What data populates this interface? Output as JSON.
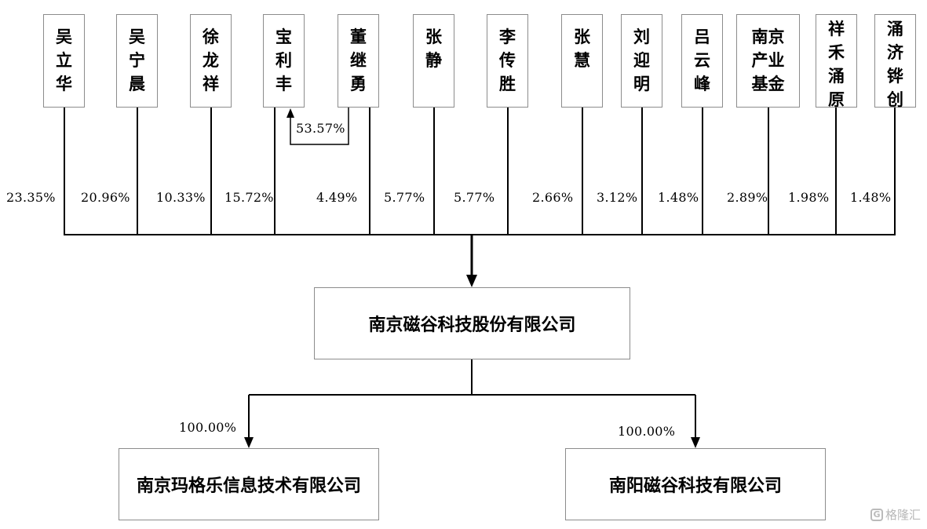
{
  "holders": [
    {
      "name": "吴立华",
      "chars": [
        "吴",
        "立",
        "华"
      ]
    },
    {
      "name": "吴宁晨",
      "chars": [
        "吴",
        "宁",
        "晨"
      ]
    },
    {
      "name": "徐龙祥",
      "chars": [
        "徐",
        "龙",
        "祥"
      ]
    },
    {
      "name": "宝利丰",
      "chars": [
        "宝",
        "利",
        "丰"
      ]
    },
    {
      "name": "董继勇",
      "chars": [
        "董",
        "继",
        "勇"
      ]
    },
    {
      "name": "张静",
      "chars": [
        "张",
        "静"
      ]
    },
    {
      "name": "李传胜",
      "chars": [
        "李",
        "传",
        "胜"
      ]
    },
    {
      "name": "张慧",
      "chars": [
        "张",
        "慧"
      ]
    },
    {
      "name": "刘迎明",
      "chars": [
        "刘",
        "迎",
        "明"
      ]
    },
    {
      "name": "吕云峰",
      "chars": [
        "吕",
        "云",
        "峰"
      ]
    },
    {
      "name": "南京产业基金",
      "chars": [
        "南京",
        "产业",
        "基金"
      ]
    },
    {
      "name": "祥禾涌原",
      "chars": [
        "祥",
        "禾",
        "涌",
        "原"
      ]
    },
    {
      "name": "涌济铧创",
      "chars": [
        "涌",
        "济",
        "铧",
        "创"
      ]
    }
  ],
  "shares": [
    "23.35%",
    "20.96%",
    "10.33%",
    "15.72%",
    "4.49%",
    "5.77%",
    "5.77%",
    "2.66%",
    "3.12%",
    "1.48%",
    "2.89%",
    "1.98%",
    "1.48%"
  ],
  "inner_link": {
    "from": "董继勇",
    "to": "宝利丰",
    "label": "53.57%"
  },
  "company": "南京磁谷科技股份有限公司",
  "subsidiaries": [
    {
      "name": "南京玛格乐信息技术有限公司",
      "share": "100.00%"
    },
    {
      "name": "南阳磁谷科技有限公司",
      "share": "100.00%"
    }
  ],
  "watermark": "格隆汇",
  "colors": {
    "line": "#000000",
    "border": "#8c8c8c",
    "watermark": "#b8b8b8"
  }
}
